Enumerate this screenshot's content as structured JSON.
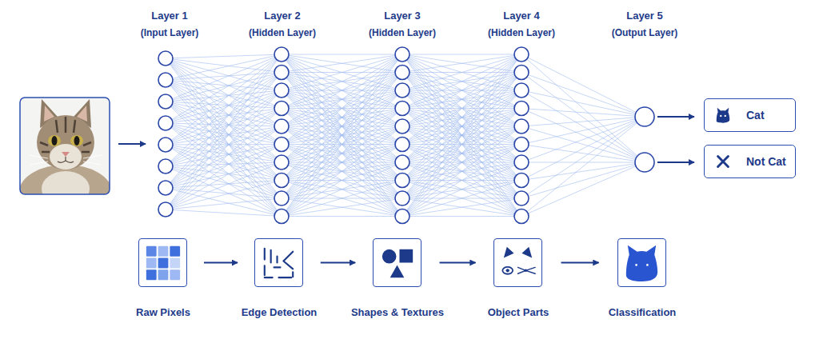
{
  "diagram": {
    "nodes": [
      {
        "text": [
          "Cat"
        ]
      },
      {
        "text": [
          "Not Cat"
        ]
      },
      {
        "text": [
          "Raw Pixels"
        ]
      },
      {
        "text": [
          "Edge Detection"
        ]
      },
      {
        "text": [
          "Shapes & Textures"
        ]
      },
      {
        "text": [
          "Object Parts"
        ]
      },
      {
        "text": [
          "Classification"
        ]
      }
    ],
    "edges": [
      {
        "from": 2,
        "to": 3,
        "arrow": "to"
      },
      {
        "from": 3,
        "to": 4,
        "arrow": "to"
      },
      {
        "from": 4,
        "to": 5,
        "arrow": "to"
      },
      {
        "from": 5,
        "to": 6,
        "arrow": "to"
      }
    ],
    "labels": [
      "Layer 1",
      "(Input Layer)",
      "Layer 2",
      "(Hidden Layer)",
      "Layer 3",
      "(Hidden Layer)",
      "Layer 4",
      "(Hidden Layer)",
      "Layer 5",
      "(Output Layer)"
    ]
  }
}
